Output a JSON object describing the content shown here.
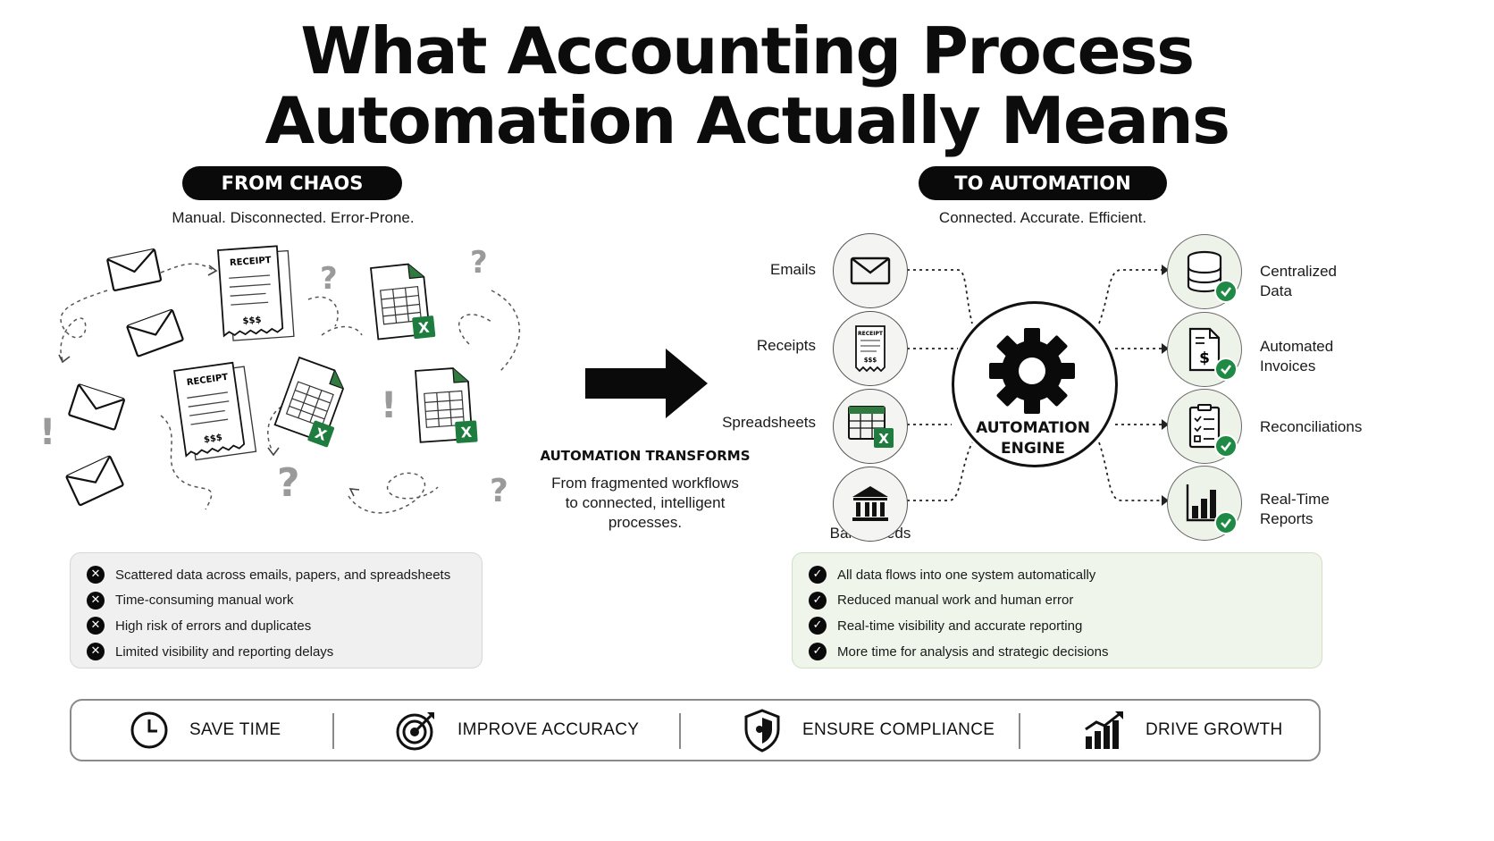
{
  "title": {
    "line1": "What Accounting Process",
    "line2": "Automation Actually Means"
  },
  "left": {
    "pill": "FROM CHAOS",
    "subtitle": "Manual. Disconnected. Error-Prone.",
    "receipt_label": "RECEIPT",
    "receipt_amount": "$$$",
    "problems": [
      "Scattered data across emails, papers, and spreadsheets",
      "Time-consuming manual work",
      "High risk of errors and duplicates",
      "Limited visibility and reporting delays"
    ]
  },
  "center": {
    "heading": "AUTOMATION TRANSFORMS",
    "text_line1": "From fragmented workflows",
    "text_line2": "to connected, intelligent",
    "text_line3": "processes."
  },
  "right": {
    "pill": "TO AUTOMATION",
    "subtitle": "Connected. Accurate. Efficient.",
    "inputs": [
      "Emails",
      "Receipts",
      "Spreadsheets",
      "Bank Feeds"
    ],
    "engine_line1": "AUTOMATION",
    "engine_line2": "ENGINE",
    "receipt_icon_label": "RECEIPT",
    "receipt_icon_amount": "$$$",
    "outputs": [
      {
        "line1": "Centralized",
        "line2": "Data"
      },
      {
        "line1": "Automated",
        "line2": "Invoices"
      },
      {
        "line1": "Reconciliations",
        "line2": ""
      },
      {
        "line1": "Real-Time",
        "line2": "Reports"
      }
    ],
    "benefits": [
      "All data flows into one system automatically",
      "Reduced manual work and human error",
      "Real-time visibility and accurate reporting",
      "More time for analysis and strategic decisions"
    ]
  },
  "bottom": {
    "items": [
      "SAVE TIME",
      "IMPROVE ACCURACY",
      "ENSURE COMPLIANCE",
      "DRIVE GROWTH"
    ]
  },
  "colors": {
    "accent_green": "#1f8a45",
    "excel_green": "#1e7c3f",
    "black": "#0a0a0a"
  }
}
